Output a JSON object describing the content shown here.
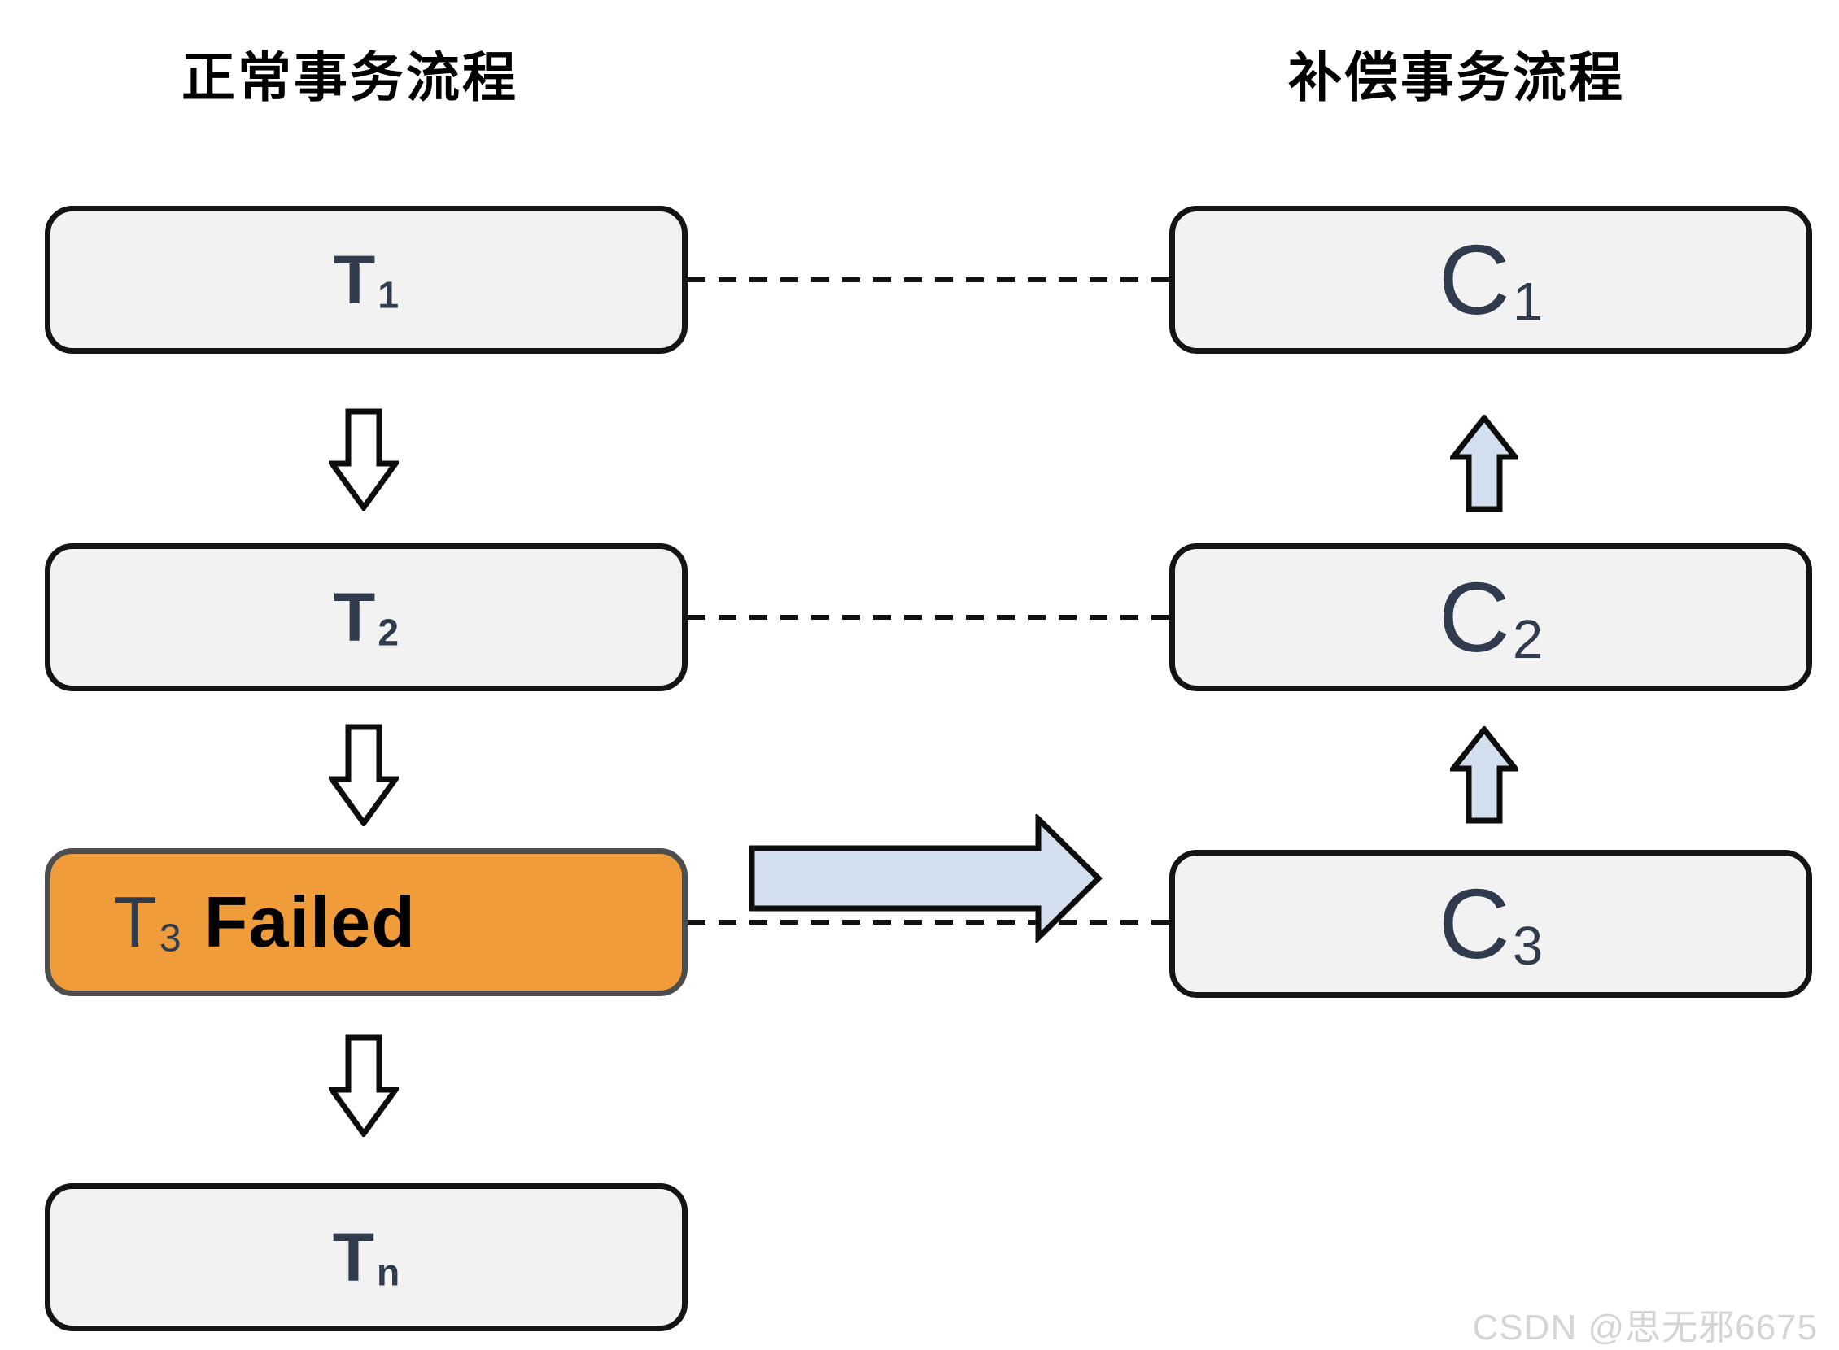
{
  "titles": {
    "left": "正常事务流程",
    "right": "补偿事务流程"
  },
  "nodes": {
    "t1": {
      "base": "T",
      "sub": "1"
    },
    "t2": {
      "base": "T",
      "sub": "2"
    },
    "t3": {
      "base": "T",
      "sub": "3",
      "status_label": "Failed"
    },
    "tn": {
      "base": "T",
      "sub": "n"
    },
    "c1": {
      "base": "C",
      "sub": "1"
    },
    "c2": {
      "base": "C",
      "sub": "2"
    },
    "c3": {
      "base": "C",
      "sub": "3"
    }
  },
  "edges": {
    "left_flow_arrows": [
      "T1→T2",
      "T2→T3",
      "T3→Tn"
    ],
    "right_flow_arrows": [
      "C2→C1",
      "C3→C2"
    ],
    "compensation_links": [
      "T1··C1",
      "T2··C2",
      "T3··C3"
    ],
    "failure_redirect": "T3→C3"
  },
  "watermark": {
    "text": "CSDN @思无邪6675"
  },
  "colors": {
    "failed_fill": "#f09c3a",
    "failed_border": "#4d4d4d",
    "box_fill": "#f2f2f2",
    "box_border": "#141414",
    "arrow_blue": "#d2dfee",
    "slate_text": "#303c4e",
    "watermark_gray": "#d5d5d5"
  }
}
